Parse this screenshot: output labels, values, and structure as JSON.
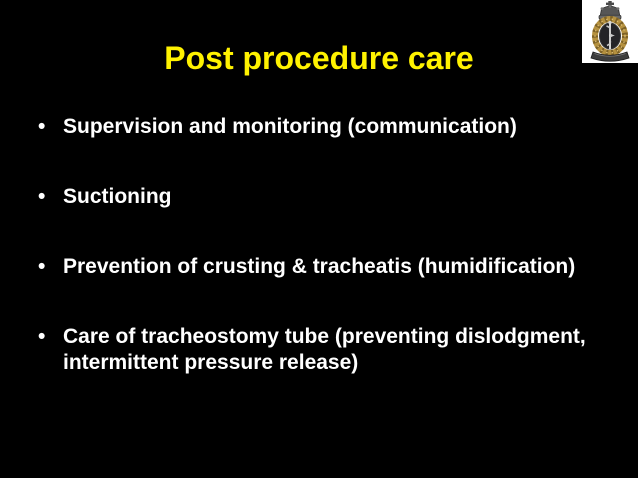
{
  "slide": {
    "title": "Post procedure care",
    "bullet_marker": "•",
    "bullets": [
      {
        "text": "Supervision and monitoring (communication)"
      },
      {
        "text": "Suctioning"
      },
      {
        "text": "Prevention of crusting & tracheatis (humidification)"
      },
      {
        "text": "Care of tracheostomy tube (preventing dislodgment, intermittent pressure release)"
      }
    ],
    "logo": {
      "name": "army-medical-corps-crest",
      "description": "cap badge with crown, gold laurel wreath, rod of Asclepius and scroll"
    },
    "colors": {
      "background": "#000000",
      "title": "#FFF200",
      "body_text": "#FFFFFF",
      "wreath_gold": "#B5913F",
      "metal_dark": "#4A4A4A",
      "logo_background": "#FFFFFF"
    }
  }
}
